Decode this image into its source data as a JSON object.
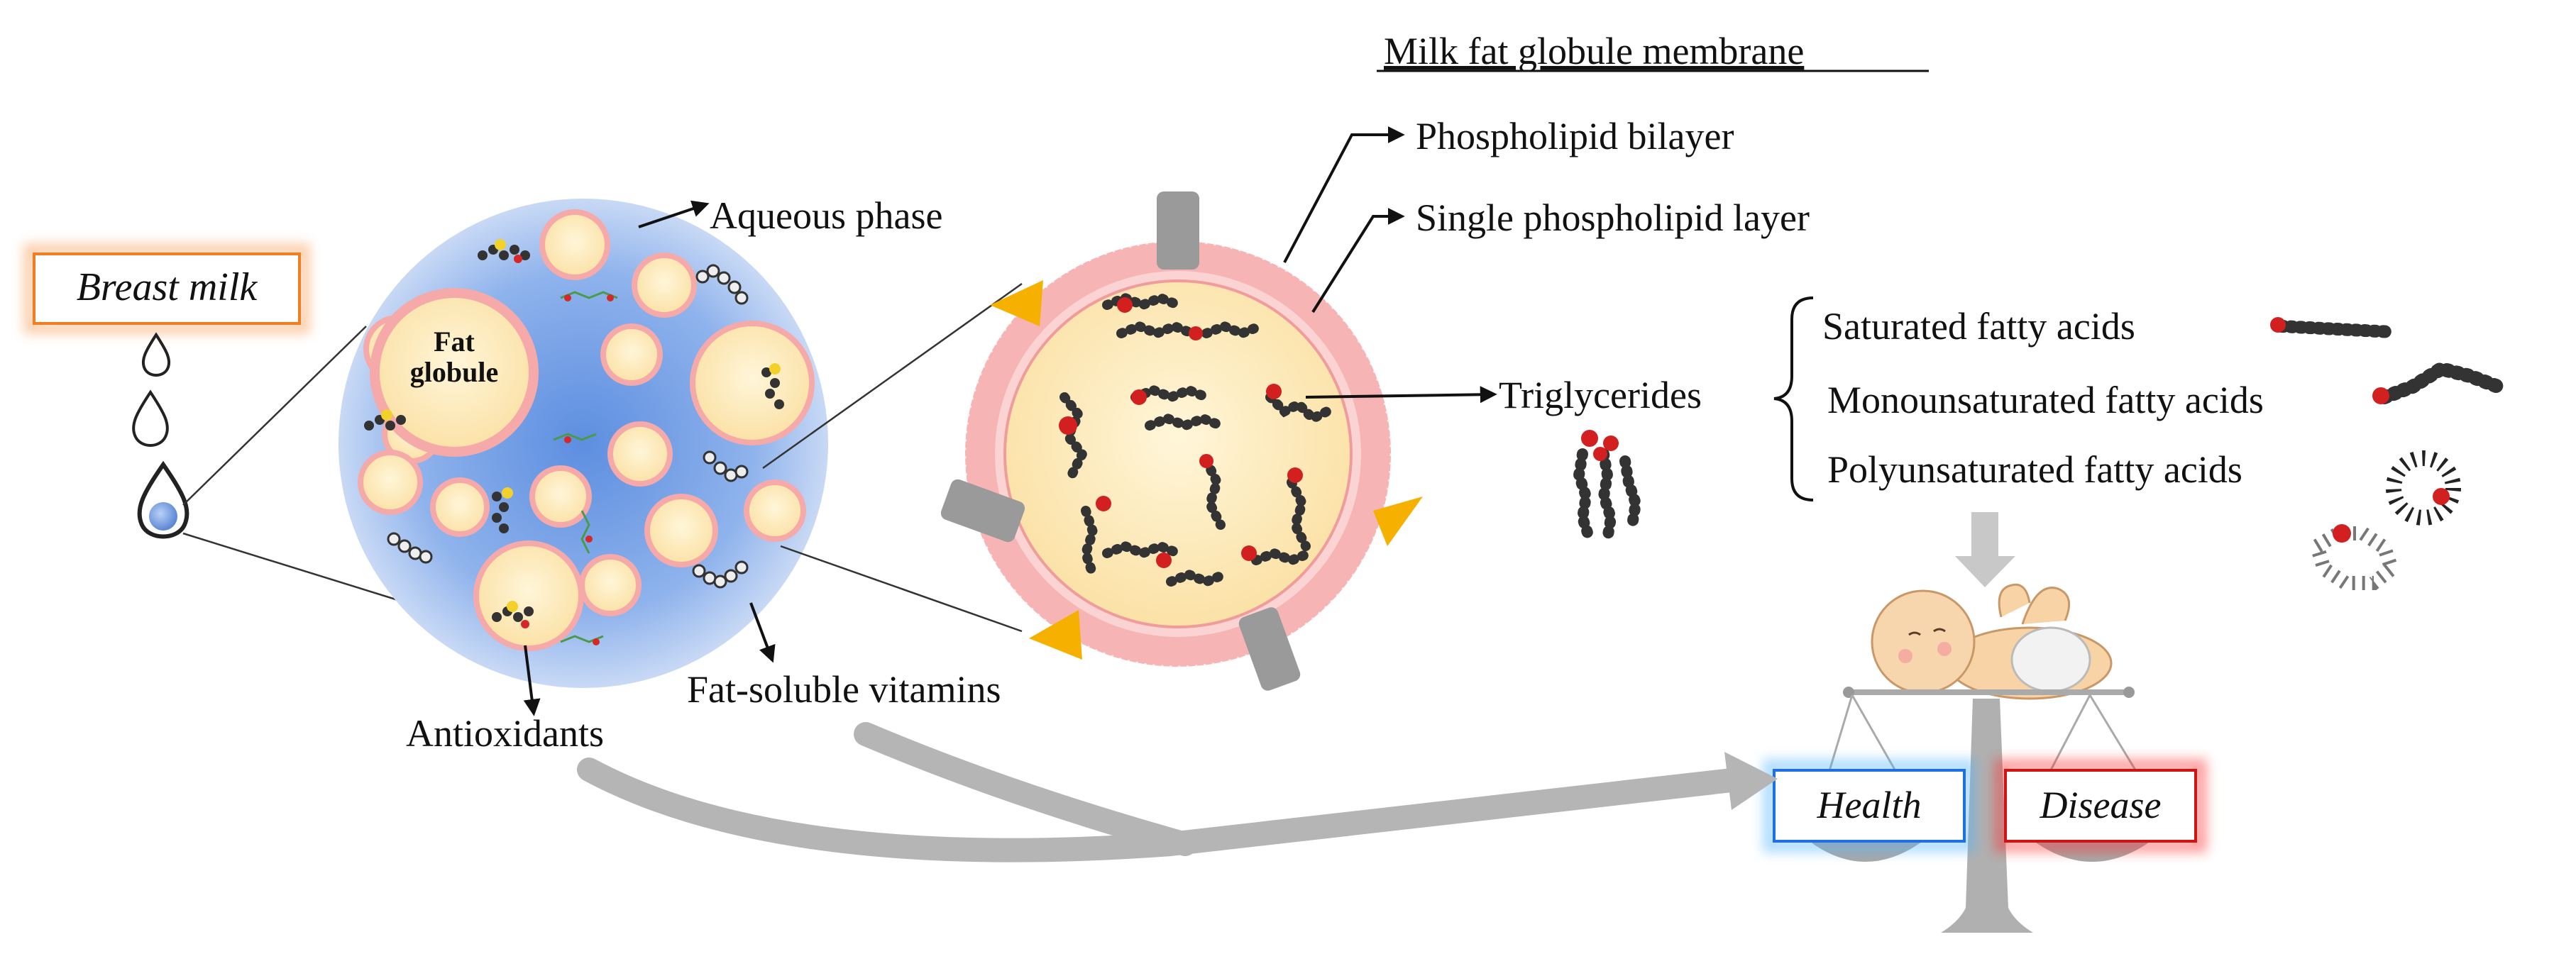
{
  "labels": {
    "breast_milk": "Breast milk",
    "fat_globule_line1": "Fat",
    "fat_globule_line2": "globule",
    "aqueous_phase": "Aqueous phase",
    "antioxidants": "Antioxidants",
    "fat_soluble_vitamins": "Fat-soluble vitamins",
    "mfgm_title": "Milk fat globule membrane",
    "phospholipid_bilayer": "Phospholipid bilayer",
    "single_phospholipid_layer": "Single phospholipid layer",
    "triglycerides": "Triglycerides",
    "saturated": "Saturated fatty acids",
    "monounsaturated": "Monounsaturated fatty acids",
    "polyunsaturated": "Polyunsaturated fatty acids",
    "health": "Health",
    "disease": "Disease"
  },
  "colors": {
    "breast_milk_glow": "#f79646",
    "health_glow": "#4fb3ff",
    "disease_glow": "#ff2a2a",
    "aqueous_blue": "#8fb3ec",
    "globule_cream": "#fde8b4",
    "membrane_pink": "#f4a6a6",
    "protein_orange": "#f5b000",
    "protein_gray": "#9c9c9c",
    "arrow_gray": "#b5b5b5"
  }
}
